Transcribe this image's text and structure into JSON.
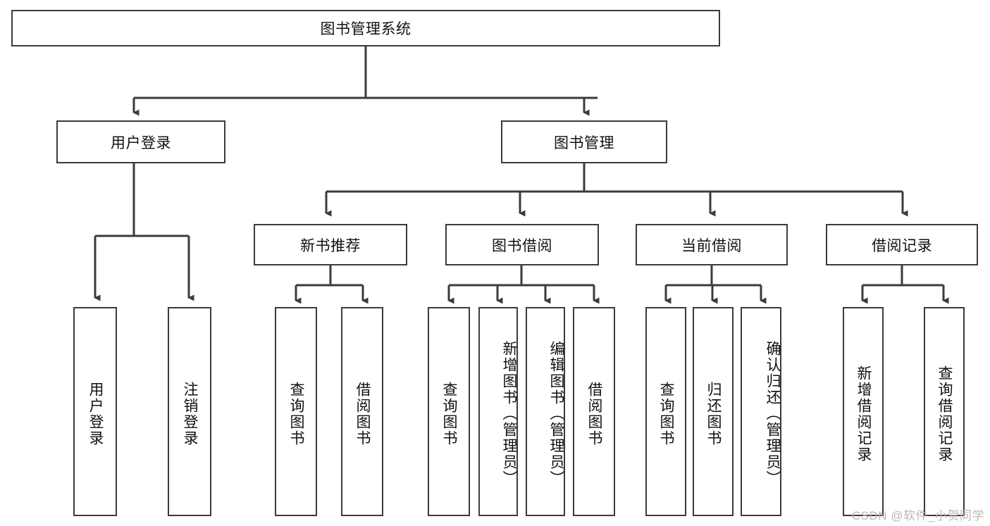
{
  "diagram": {
    "title": "图书管理系统",
    "type": "tree-hierarchy",
    "root": {
      "label": "图书管理系统"
    },
    "level1": [
      {
        "label": "用户登录"
      },
      {
        "label": "图书管理"
      }
    ],
    "level2": [
      {
        "label": "新书推荐"
      },
      {
        "label": "图书借阅"
      },
      {
        "label": "当前借阅"
      },
      {
        "label": "借阅记录"
      }
    ],
    "leaves": {
      "user_login": [
        {
          "label": "用户登录"
        },
        {
          "label": "注销登录"
        }
      ],
      "new_book_recommend": [
        {
          "label": "查询图书"
        },
        {
          "label": "借阅图书"
        }
      ],
      "book_borrow": [
        {
          "label": "查询图书"
        },
        {
          "label": "新增图书（管理员）"
        },
        {
          "label": "编辑图书（管理员）"
        },
        {
          "label": "借阅图书"
        }
      ],
      "current_borrow": [
        {
          "label": "查询图书"
        },
        {
          "label": "归还图书"
        },
        {
          "label": "确认归还（管理员）"
        }
      ],
      "borrow_record": [
        {
          "label": "新增借阅记录"
        },
        {
          "label": "查询借阅记录"
        }
      ]
    }
  },
  "watermark": {
    "text": "CSDN @软件_小贺同学"
  },
  "colors": {
    "box_border": "#3b3b3b",
    "box_fill": "#ffffff",
    "line": "#3b3b3b",
    "text": "#111111",
    "watermark": "#b9b9b9"
  }
}
